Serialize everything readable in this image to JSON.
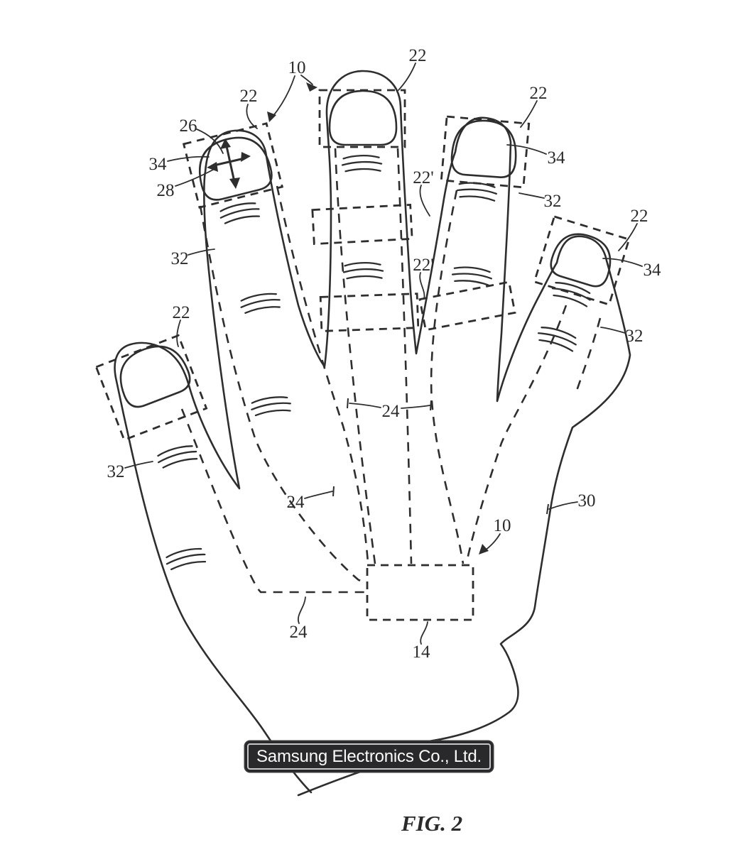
{
  "figure": {
    "caption": "FIG. 2",
    "tooltip_label": "Samsung Electronics Co., Ltd."
  },
  "colors": {
    "line": "#2e2e2e",
    "background": "#ffffff",
    "tooltip_bg": "#29292b",
    "tooltip_border": "#c6c6c8",
    "tooltip_text": "#fafafa"
  },
  "labels": {
    "top_10": "10",
    "index_22": "22",
    "middle_22": "22",
    "ring_22": "22",
    "pinky_22": "22",
    "thumb_22": "22",
    "upper_22_prime": "22'",
    "lower_22_prime": "22'",
    "nail_26": "26",
    "index_34": "34",
    "arrows_28": "28",
    "index_32": "32",
    "thumb_32": "32",
    "ring_32": "32",
    "pinky_32": "32",
    "ring_34": "34",
    "pinky_34": "34",
    "mid_24": "24",
    "left_24": "24",
    "bottom_24": "24",
    "hand_30": "30",
    "bottom_10": "10",
    "module_14": "14"
  }
}
